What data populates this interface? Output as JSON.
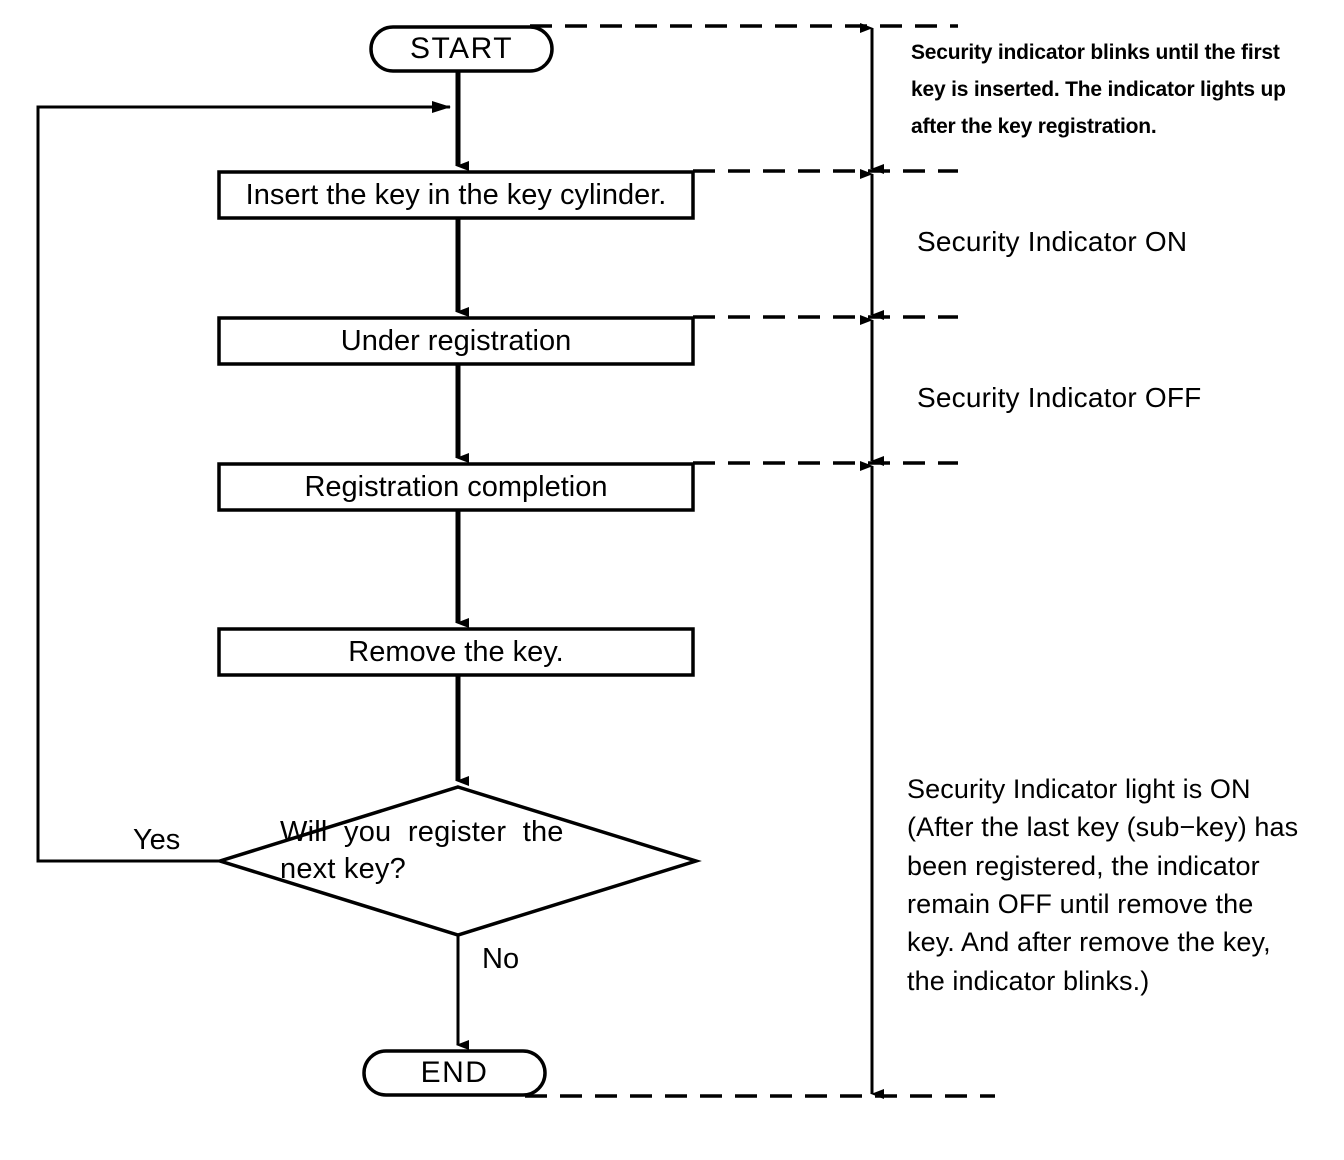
{
  "diagram": {
    "title": "Key registration procedure flowchart",
    "colors": {
      "stroke": "#000000",
      "background": "#ffffff"
    },
    "nodes": {
      "start": {
        "label": "START",
        "shape": "terminal"
      },
      "insert_key": {
        "label": "Insert the key in the key cylinder.",
        "shape": "process"
      },
      "under_registration": {
        "label": "Under registration",
        "shape": "process"
      },
      "registration_completion": {
        "label": "Registration completion",
        "shape": "process"
      },
      "remove_key": {
        "label": "Remove the key.",
        "shape": "process"
      },
      "decision": {
        "label": "Will  you  register  the\nnext key?",
        "shape": "decision"
      },
      "end": {
        "label": "END",
        "shape": "terminal"
      }
    },
    "branches": {
      "yes": "Yes",
      "no": "No"
    },
    "annotations": {
      "blink_note": "Security indicator blinks until the first\nkey is inserted. The indicator lights up\nafter the key registration.",
      "indicator_on": "Security Indicator ON",
      "indicator_off": "Security Indicator OFF",
      "final_note": "Security Indicator light is ON\n(After the last key (sub−key) has\nbeen registered,  the  indicator\nremain OFF until  remove  the\nkey. And after remove the key,\nthe indicator blinks.)"
    }
  }
}
